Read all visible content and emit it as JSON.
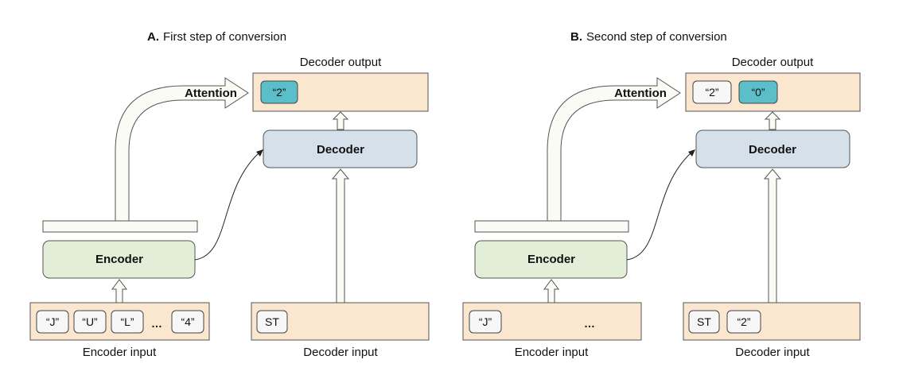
{
  "colors": {
    "io_fill": "#fbe6cf",
    "encoder_fill": "#e2eed8",
    "decoder_fill": "#d5e0ea",
    "token_fill": "#f7f7f7",
    "token_active_fill": "#5bbfc9",
    "arrow_fill": "#fbfbf5",
    "stroke": "#555555"
  },
  "panels": [
    {
      "title_prefix": "A.",
      "title_text": "First step of conversion",
      "decoder_output_label": "Decoder output",
      "attention_label": "Attention",
      "decoder_label": "Decoder",
      "encoder_label": "Encoder",
      "encoder_input_label": "Encoder input",
      "decoder_input_label": "Decoder input",
      "output_tokens": [
        "“2”"
      ],
      "encoder_tokens": [
        "“J”",
        "“U”",
        "“L”",
        "…",
        "“4”"
      ],
      "decoder_tokens": [
        "ST"
      ]
    },
    {
      "title_prefix": "B.",
      "title_text": "Second step of conversion",
      "decoder_output_label": "Decoder output",
      "attention_label": "Attention",
      "decoder_label": "Decoder",
      "encoder_label": "Encoder",
      "encoder_input_label": "Encoder input",
      "decoder_input_label": "Decoder input",
      "output_tokens": [
        "“2”",
        "“0”"
      ],
      "encoder_tokens": [
        "“J”",
        "…"
      ],
      "decoder_tokens": [
        "ST",
        "“2”"
      ]
    }
  ]
}
